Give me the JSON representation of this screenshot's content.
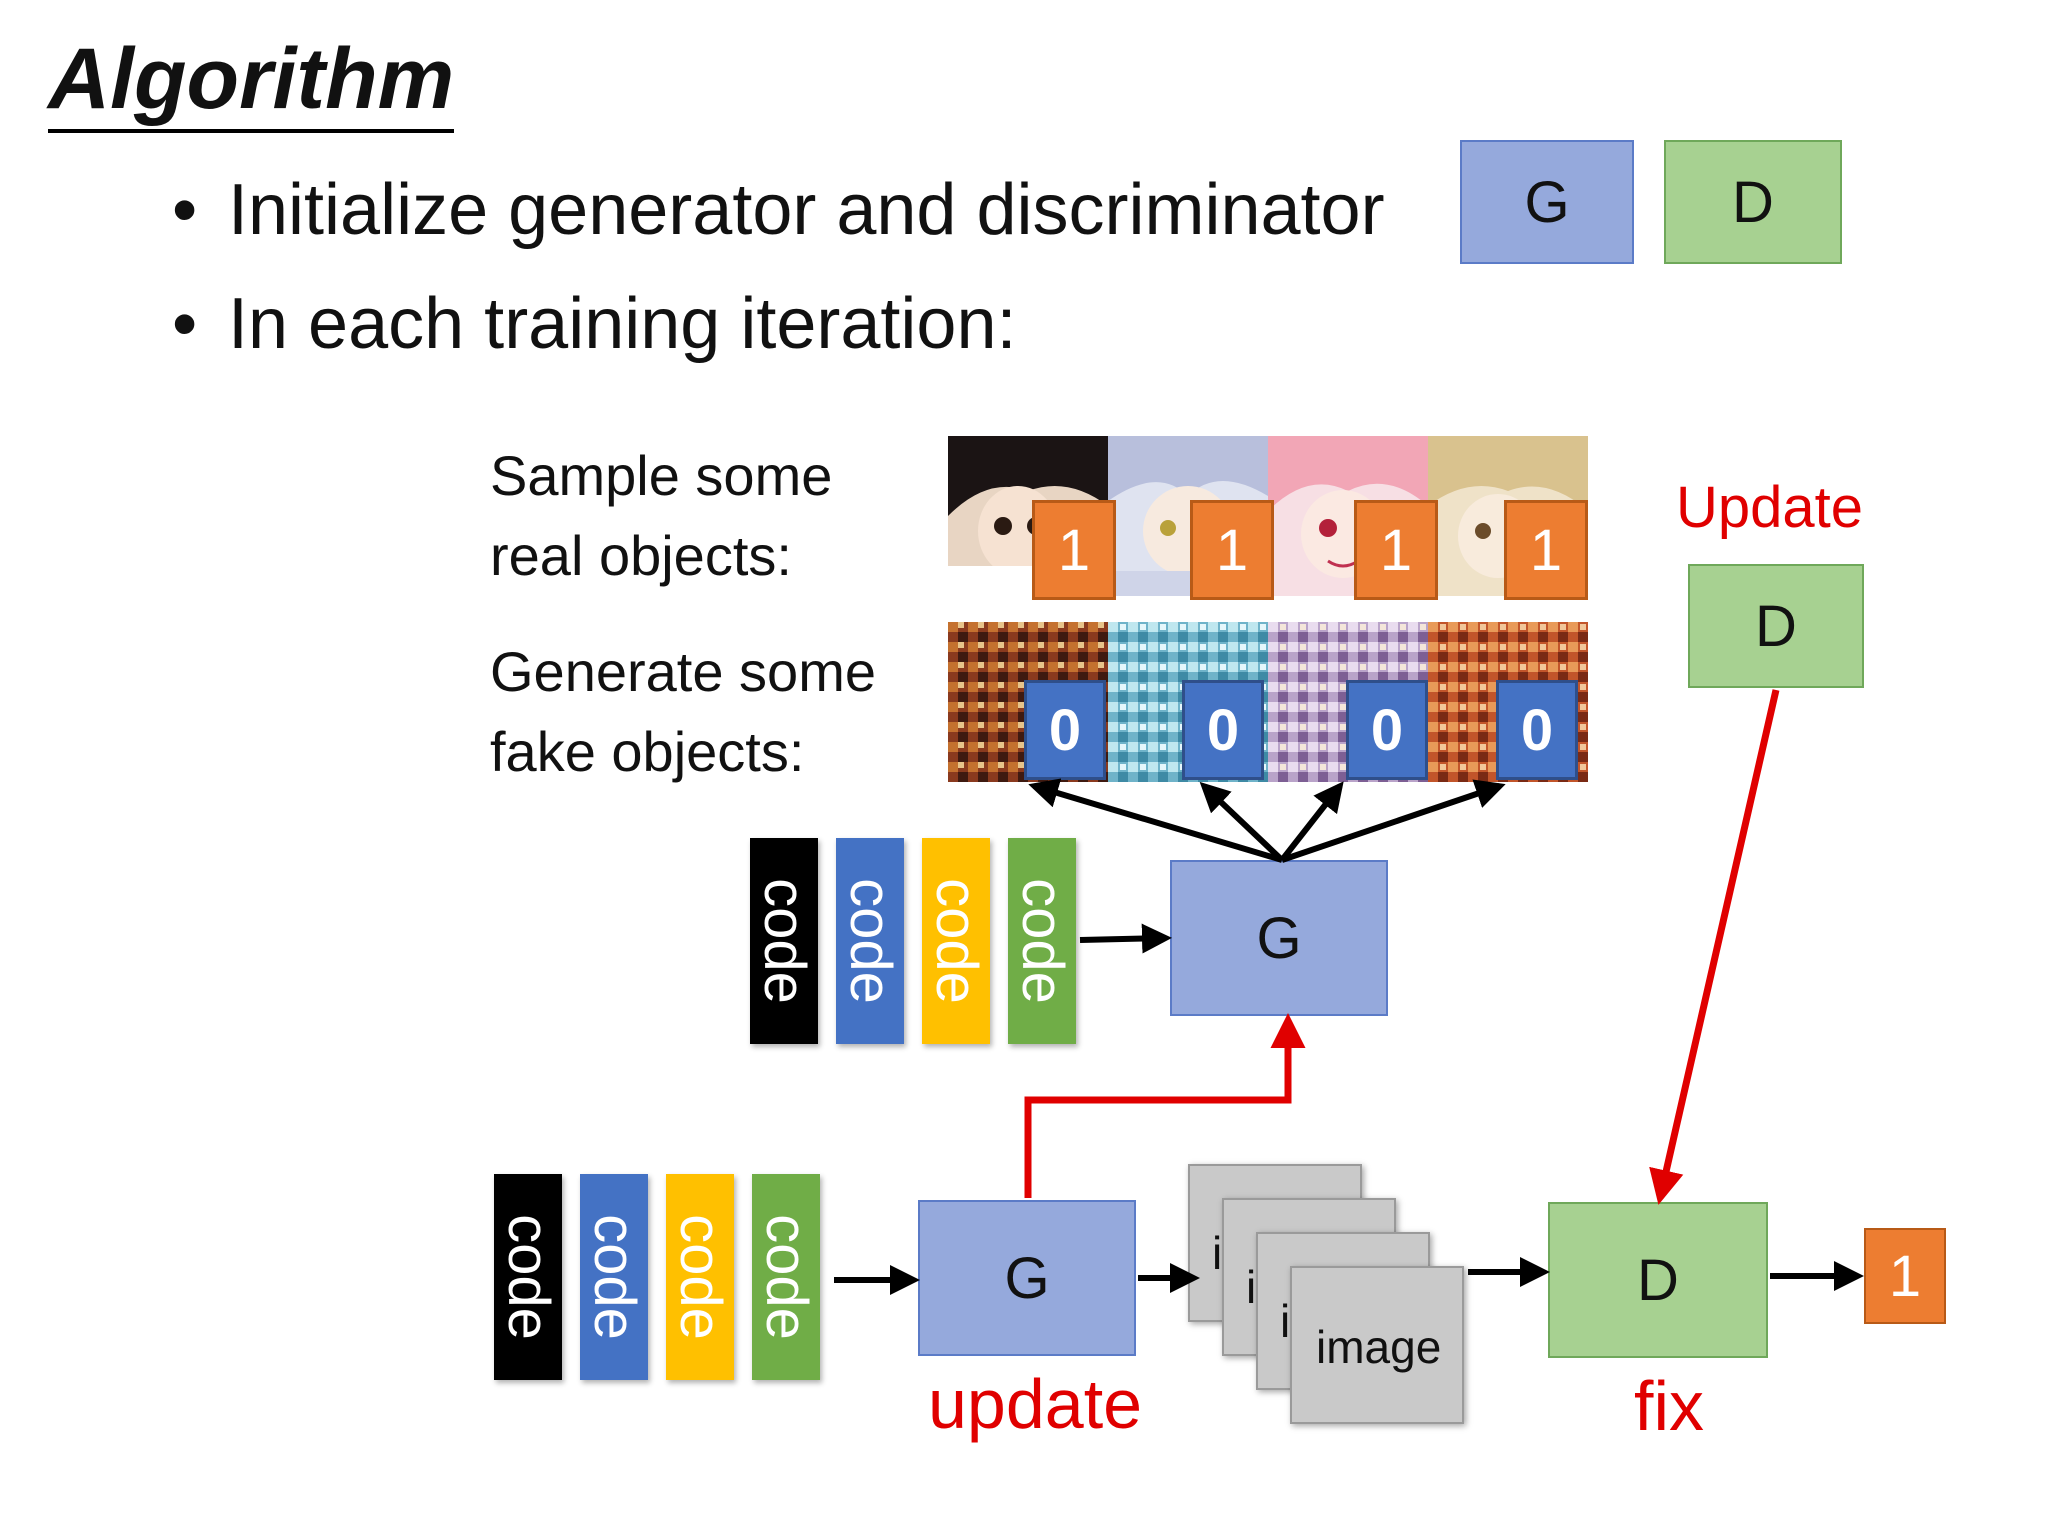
{
  "title": "Algorithm",
  "bullets": [
    "Initialize generator and discriminator",
    "In each training iteration:"
  ],
  "legend": {
    "g": "G",
    "d": "D"
  },
  "real": {
    "label_line1": "Sample some",
    "label_line2": "real objects:",
    "score": "1"
  },
  "fake": {
    "label_line1": "Generate some",
    "label_line2": "fake objects:",
    "score": "0"
  },
  "code_label": "code",
  "code_colors": [
    "#000000",
    "#4472c4",
    "#ffc000",
    "#70ad47"
  ],
  "code_text_colors": [
    "#ffffff",
    "#ffffff",
    "#ffffff",
    "#ffffff"
  ],
  "upper_g": "G",
  "lower_g": "G",
  "lower_d": "D",
  "update_d_label": "Update",
  "update_d_box": "D",
  "images": {
    "partial": "i",
    "full": "image"
  },
  "update_label": "update",
  "fix_label": "fix",
  "output": "1",
  "colors": {
    "generator": "#95a9dc",
    "discriminator": "#a7d191",
    "highlight_red": "#e00000",
    "score_one": "#ed7d31",
    "score_zero": "#4472c4"
  }
}
